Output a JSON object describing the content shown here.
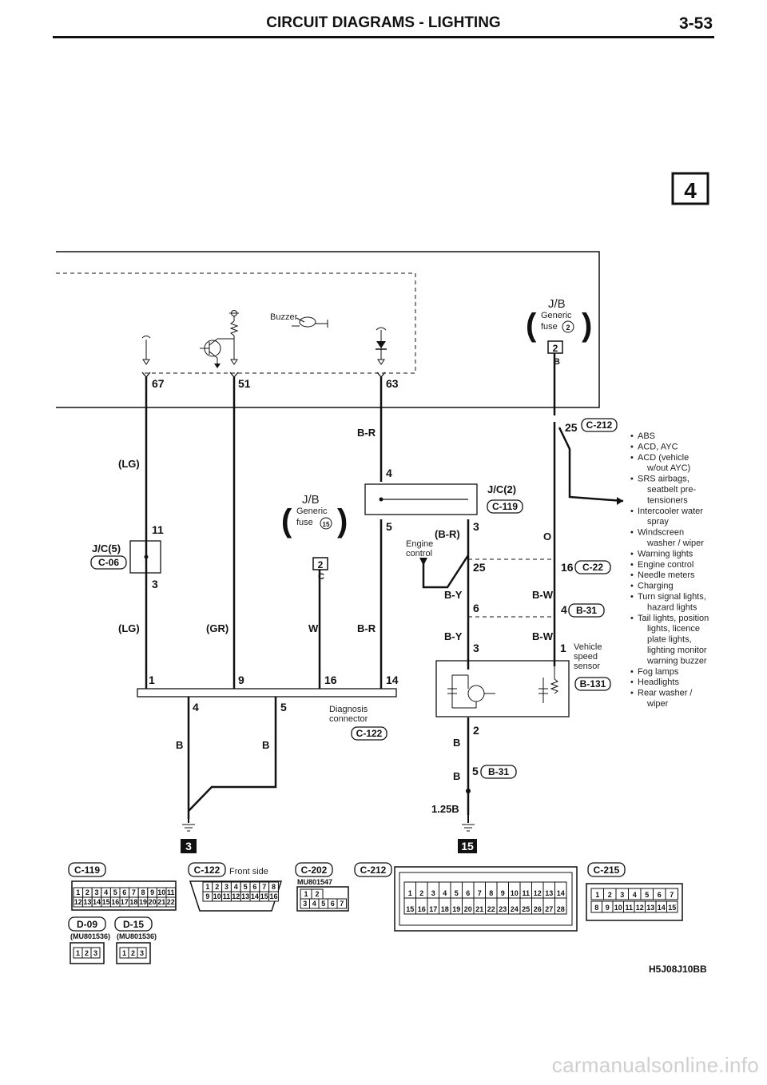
{
  "header": {
    "title": "CIRCUIT DIAGRAMS - LIGHTING",
    "page": "3-53"
  },
  "section_badge": "4",
  "ground_badges": [
    "3",
    "15"
  ],
  "buzzer_label": "Buzzer",
  "jb_top": {
    "title": "J/B",
    "line1": "Generic",
    "line2": "fuse",
    "fuse_num": "2",
    "terminal": "2",
    "pin": "B"
  },
  "jb_mid": {
    "title": "J/B",
    "line1": "Generic",
    "line2": "fuse",
    "fuse_num": "15",
    "terminal": "2",
    "pin": "C"
  },
  "meter_pins": [
    "67",
    "51",
    "63"
  ],
  "wire_colors": {
    "lg_top": "(LG)",
    "lg_bottom": "(LG)",
    "gr": "(GR)",
    "w": "W",
    "br_top": "B-R",
    "br_bottom": "B-R",
    "br_engine": "(B-R)",
    "by_1": "B-Y",
    "by_2": "B-Y",
    "bw_1": "B-W",
    "bw_2": "B-W",
    "o": "O",
    "b_1": "B",
    "b_2": "B",
    "b_3": "B",
    "b_4": "B",
    "b_125": "1.25B"
  },
  "jc5": {
    "label": "J/C(5)",
    "code": "C-06",
    "pin_top": "11",
    "pin_bottom": "3"
  },
  "jc2": {
    "label": "J/C(2)",
    "code": "C-119",
    "pin_top": "4",
    "pin_bottom": "5",
    "pin_right": "3"
  },
  "engine_control": {
    "line1": "Engine",
    "line2": "control"
  },
  "vss": {
    "line1": "Vehicle",
    "line2": "speed",
    "line3": "sensor",
    "code": "B-131"
  },
  "diagnosis": {
    "line1": "Diagnosis",
    "line2": "connector",
    "code": "C-122",
    "pins": [
      "1",
      "9",
      "16",
      "14"
    ],
    "bottom_pins": [
      "4",
      "5"
    ]
  },
  "connectors": {
    "c212": {
      "code": "C-212",
      "pin": "25"
    },
    "c22": {
      "code": "C-22",
      "pin": "16"
    },
    "b31a": {
      "code": "B-31",
      "pin": "4"
    },
    "b31b": {
      "code": "B-31",
      "pin": "5"
    },
    "pins_misc": [
      "25",
      "6",
      "3",
      "1",
      "2"
    ]
  },
  "legend_items": [
    [
      "ABS"
    ],
    [
      "ACD, AYC"
    ],
    [
      "ACD (vehicle",
      "w/out AYC)"
    ],
    [
      "SRS airbags,",
      "seatbelt pre-",
      "tensioners"
    ],
    [
      "Intercooler water",
      "spray"
    ],
    [
      "Windscreen",
      "washer / wiper"
    ],
    [
      "Warning lights"
    ],
    [
      "Engine control"
    ],
    [
      "Needle meters"
    ],
    [
      "Charging"
    ],
    [
      "Turn signal lights,",
      "hazard lights"
    ],
    [
      "Tail lights, position",
      "lights, licence",
      "plate lights,",
      "lighting monitor",
      "warning buzzer"
    ],
    [
      "Fog lamps"
    ],
    [
      "Headlights"
    ],
    [
      "Rear washer /",
      "wiper"
    ]
  ],
  "connector_views": {
    "c119": {
      "code": "C-119",
      "row1": [
        "1",
        "2",
        "3",
        "4",
        "5",
        "6",
        "7",
        "8",
        "9",
        "10",
        "11"
      ],
      "row2": [
        "12",
        "13",
        "14",
        "15",
        "16",
        "17",
        "18",
        "19",
        "20",
        "21",
        "22"
      ]
    },
    "c122": {
      "code": "C-122",
      "note": "Front side",
      "row1": [
        "1",
        "2",
        "3",
        "4",
        "5",
        "6",
        "7",
        "8"
      ],
      "row2": [
        "9",
        "10",
        "11",
        "12",
        "13",
        "14",
        "15",
        "16"
      ]
    },
    "c202": {
      "code": "C-202",
      "part": "MU801547",
      "row1": [
        "1",
        "2"
      ],
      "row2": [
        "3",
        "4",
        "5",
        "6",
        "7"
      ]
    },
    "c212": {
      "code": "C-212",
      "row1": [
        "1",
        "2",
        "3",
        "4",
        "5",
        "6",
        "7",
        "8",
        "9",
        "10",
        "11",
        "12",
        "13",
        "14"
      ],
      "row2": [
        "15",
        "16",
        "17",
        "18",
        "19",
        "20",
        "21",
        "22",
        "23",
        "24",
        "25",
        "26",
        "27",
        "28"
      ]
    },
    "c215": {
      "code": "C-215",
      "row1": [
        "1",
        "2",
        "3",
        "4",
        "5",
        "6",
        "7"
      ],
      "row2": [
        "8",
        "9",
        "10",
        "11",
        "12",
        "13",
        "14",
        "15"
      ]
    },
    "d09": {
      "code": "D-09",
      "part": "(MU801536)",
      "pins": [
        "1",
        "2",
        "3"
      ]
    },
    "d15": {
      "code": "D-15",
      "part": "(MU801536)",
      "pins": [
        "1",
        "2",
        "3"
      ]
    }
  },
  "figure_code": "H5J08J10BB",
  "watermark": "carmanualsonline.info"
}
